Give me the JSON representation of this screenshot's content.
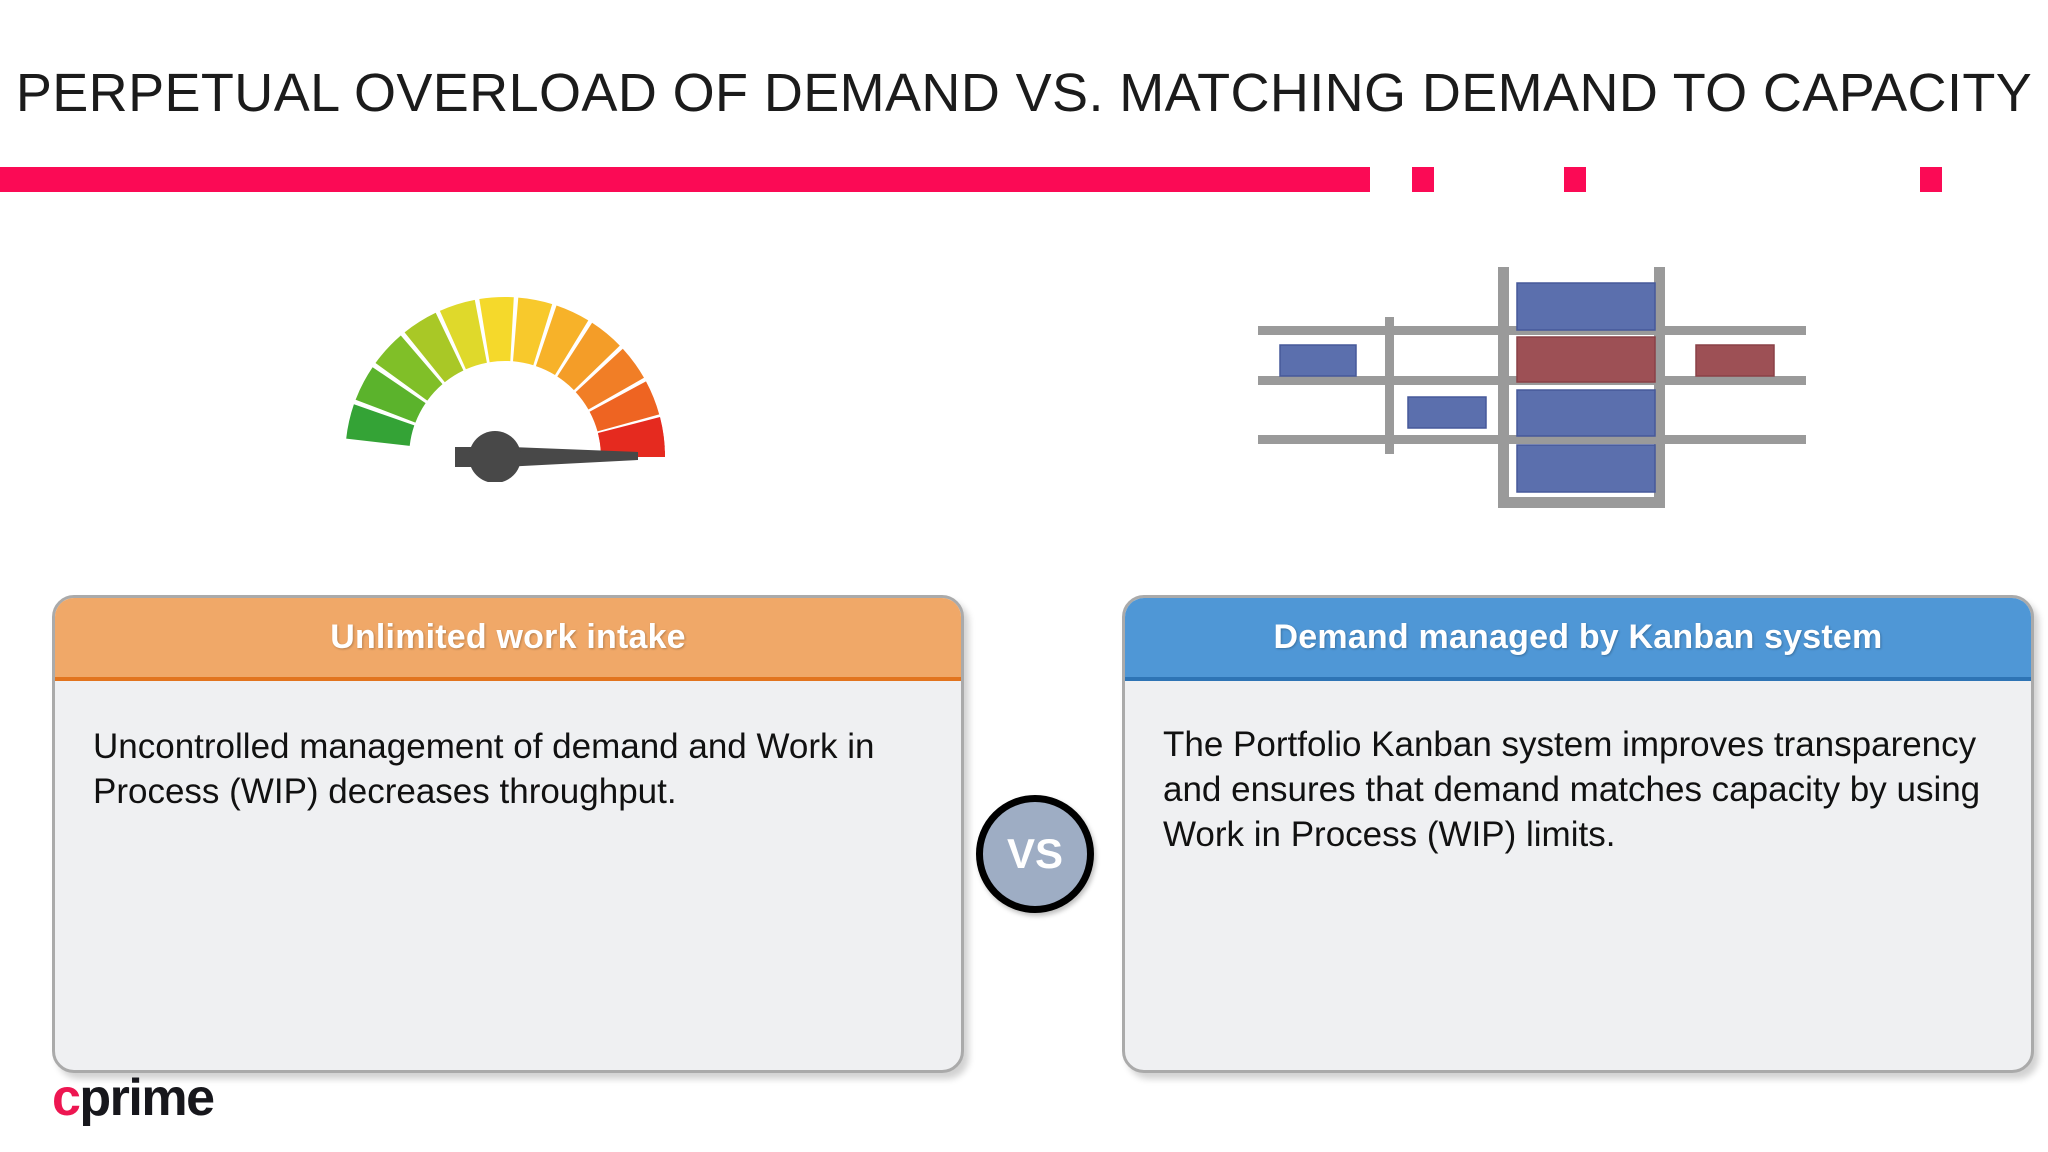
{
  "slide": {
    "title": "PERPETUAL OVERLOAD OF DEMAND VS. MATCHING DEMAND TO CAPACITY",
    "accent_color": "#fb0a55",
    "background": "#ffffff"
  },
  "graphics": {
    "gauge": {
      "name": "speedometer-gauge-icon",
      "description": "Semi-circular gauge with 13 colored segments from green to red, needle pointed fully right at maximum",
      "segment_count": 13,
      "needle_position": "max",
      "needle_color": "#484848",
      "segment_colors": [
        "#34a336",
        "#5bb32c",
        "#9cc125",
        "#cdd426",
        "#f2d92b",
        "#f8ca2c",
        "#f7b229",
        "#f49f28",
        "#f28427",
        "#ef6c24",
        "#ec5420",
        "#e8411e",
        "#e52a1f"
      ]
    },
    "kanban": {
      "name": "kanban-board-funnel-icon",
      "description": "Kanban / funnel diagram with gray swimlane bars and work item cards",
      "bar_color": "#9a9a9a",
      "card_blue": "#5b6fad",
      "card_red": "#9d5055",
      "cards": [
        {
          "color": "#5b6fad",
          "lane": "left-top"
        },
        {
          "color": "#5b6fad",
          "lane": "left-middle"
        },
        {
          "color": "#5b6fad",
          "lane": "center-1"
        },
        {
          "color": "#9d5055",
          "lane": "center-2"
        },
        {
          "color": "#5b6fad",
          "lane": "center-3"
        },
        {
          "color": "#5b6fad",
          "lane": "center-4"
        },
        {
          "color": "#9d5055",
          "lane": "right-top"
        }
      ]
    }
  },
  "comparison": {
    "divider_label": "VS",
    "left": {
      "header": "Unlimited work intake",
      "header_bg": "#f0a868",
      "header_border": "#e2741e",
      "body": "Uncontrolled management of demand and Work in Process (WIP) decreases throughput."
    },
    "right": {
      "header": "Demand managed by Kanban system",
      "header_bg": "#4f97d6",
      "header_border": "#2e74b5",
      "body": "The Portfolio Kanban system improves transparency and ensures that demand matches capacity by using Work in Process (WIP) limits."
    }
  },
  "logo": {
    "accent_letter": "c",
    "rest": "prime",
    "accent_color": "#ed1651",
    "rest_color": "#17171c"
  }
}
